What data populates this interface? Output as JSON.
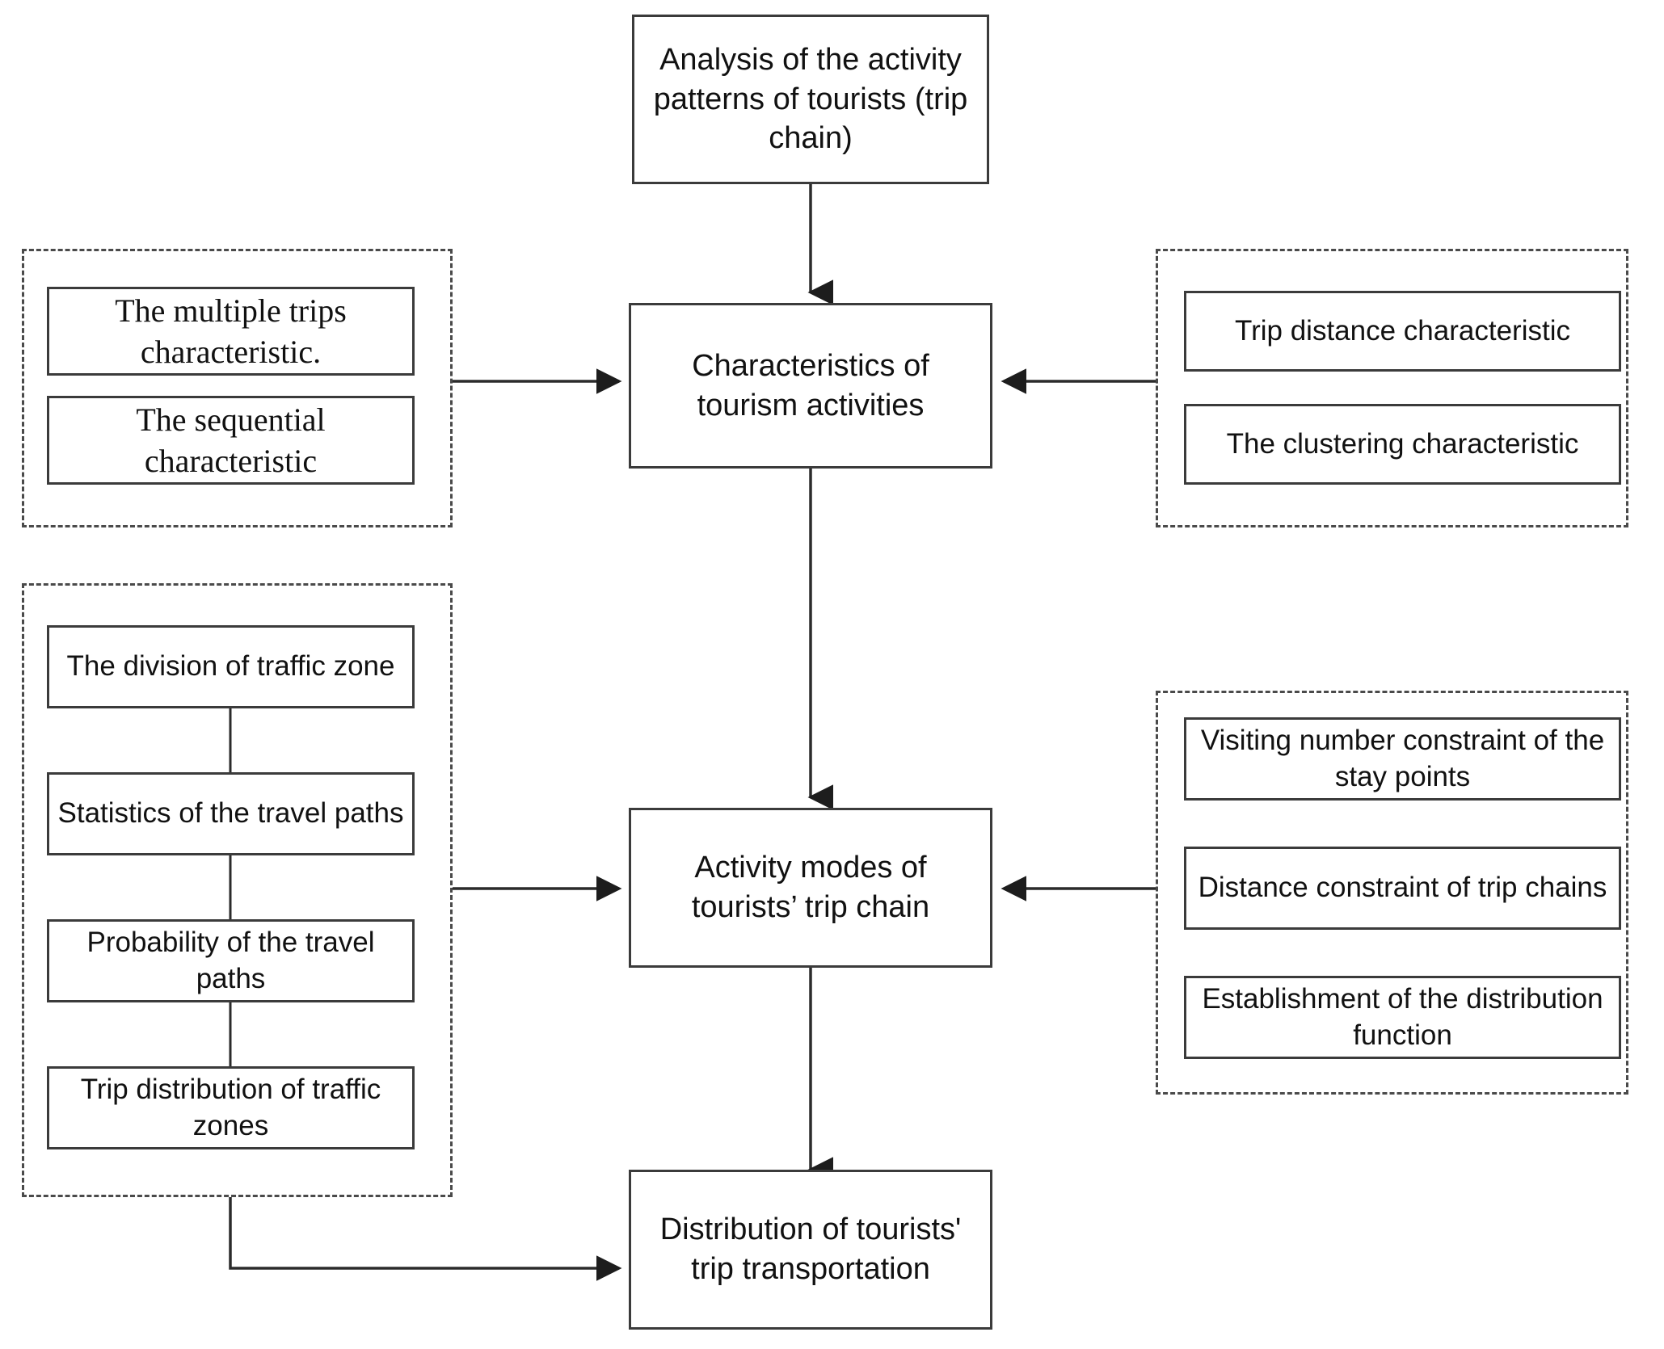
{
  "diagram": {
    "title": "Tourist trip chain analysis framework flowchart",
    "colors": {
      "box_border": "#3b3b3b",
      "dashed_border": "#4a4a4a",
      "connector": "#2b2b2b",
      "background": "#ffffff",
      "text": "#111111"
    },
    "main_nodes": [
      {
        "id": "analysis-activity-patterns",
        "lines": [
          "Analysis of the activity",
          "patterns of tourists",
          "(trip chain)"
        ],
        "text": "Analysis of the activity patterns of tourists (trip chain)"
      },
      {
        "id": "characteristics-tourism-activities",
        "lines": [
          "Characteristics of",
          "tourism activities"
        ],
        "text": "Characteristics of tourism activities"
      },
      {
        "id": "activity-modes-trip-chain",
        "lines": [
          "Activity modes of",
          "tourists’  trip chain"
        ],
        "text": "Activity modes of tourists’  trip chain"
      },
      {
        "id": "distribution-trip-transportation",
        "lines": [
          "Distribution of  tourists'",
          "trip transportation"
        ],
        "text": "Distribution of  tourists' trip transportation"
      }
    ],
    "groups": [
      {
        "id": "tourism-characteristics-left",
        "position": "top-left",
        "items": [
          {
            "id": "multiple-trips-characteristic",
            "lines": [
              "The multiple trips",
              "characteristic."
            ],
            "text": "The multiple trips characteristic."
          },
          {
            "id": "sequential-characteristic",
            "lines": [
              "The sequential",
              "characteristic"
            ],
            "text": "The sequential characteristic"
          }
        ]
      },
      {
        "id": "tourism-characteristics-right",
        "position": "top-right",
        "items": [
          {
            "id": "trip-distance-characteristic",
            "lines": [
              "Trip distance characteristic"
            ],
            "text": "Trip distance characteristic"
          },
          {
            "id": "clustering-characteristic",
            "lines": [
              "The clustering characteristic"
            ],
            "text": "The clustering characteristic"
          }
        ]
      },
      {
        "id": "traffic-zone-analysis-left",
        "position": "bottom-left",
        "items": [
          {
            "id": "division-of-traffic-zone",
            "lines": [
              "The division of traffic",
              "zone"
            ],
            "text": "The division of traffic zone"
          },
          {
            "id": "statistics-of-travel-paths",
            "lines": [
              "Statistics of the travel",
              "paths"
            ],
            "text": "Statistics of the travel paths"
          },
          {
            "id": "probability-of-travel-paths",
            "lines": [
              "Probability of the travel",
              "paths"
            ],
            "text": "Probability of the travel paths"
          },
          {
            "id": "trip-distribution-traffic-zones",
            "lines": [
              "Trip distribution of",
              "traffic zones"
            ],
            "text": "Trip distribution of traffic zones"
          }
        ]
      },
      {
        "id": "trip-chain-constraints-right",
        "position": "bottom-right",
        "items": [
          {
            "id": "visiting-number-constraint",
            "lines": [
              "Visiting number constraint",
              "of the stay points"
            ],
            "text": "Visiting number constraint of the stay points"
          },
          {
            "id": "distance-constraint-trip-chains",
            "lines": [
              "Distance constraint of trip",
              "chains"
            ],
            "text": "Distance constraint of trip chains"
          },
          {
            "id": "establishment-distribution-function",
            "lines": [
              "Establishment of the",
              "distribution function"
            ],
            "text": "Establishment of the distribution function"
          }
        ]
      }
    ],
    "connectors": [
      {
        "id": "analysis-to-characteristics",
        "from": "analysis-activity-patterns",
        "to": "characteristics-tourism-activities",
        "style": "arrow-down"
      },
      {
        "id": "left-group-to-characteristics",
        "from": "tourism-characteristics-left",
        "to": "characteristics-tourism-activities",
        "style": "arrow-right"
      },
      {
        "id": "right-group-to-characteristics",
        "from": "tourism-characteristics-right",
        "to": "characteristics-tourism-activities",
        "style": "arrow-left"
      },
      {
        "id": "characteristics-to-activity-modes",
        "from": "characteristics-tourism-activities",
        "to": "activity-modes-trip-chain",
        "style": "arrow-down"
      },
      {
        "id": "traffic-zone-group-to-activity-modes",
        "from": "traffic-zone-analysis-left",
        "to": "activity-modes-trip-chain",
        "style": "arrow-right"
      },
      {
        "id": "constraints-group-to-activity-modes",
        "from": "trip-chain-constraints-right",
        "to": "activity-modes-trip-chain",
        "style": "arrow-left"
      },
      {
        "id": "activity-modes-to-distribution",
        "from": "activity-modes-trip-chain",
        "to": "distribution-trip-transportation",
        "style": "arrow-down"
      },
      {
        "id": "traffic-zone-group-to-distribution",
        "from": "traffic-zone-analysis-left",
        "to": "distribution-trip-transportation",
        "style": "elbow-arrow-right"
      }
    ]
  }
}
